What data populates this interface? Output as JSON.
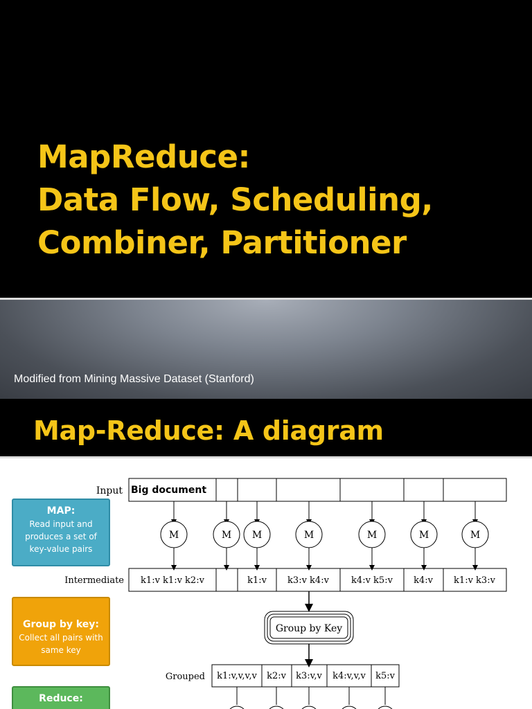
{
  "slide1": {
    "title_lines": [
      "MapReduce:",
      "Data Flow, Scheduling,",
      "Combiner, Partitioner"
    ],
    "subtitle": "Modified from Mining Massive Dataset (Stanford)"
  },
  "slide2": {
    "title": "Map-Reduce: A diagram",
    "map_box": {
      "heading": "MAP:",
      "desc": "Read input and produces a set of key-value pairs"
    },
    "group_box": {
      "heading": "Group by key:",
      "desc": "Collect all pairs with same key"
    },
    "reduce_box": {
      "heading": "Reduce:"
    },
    "diagram": {
      "input_label": "Input",
      "input_first_cell": "Big document",
      "mapper_label": "M",
      "intermediate_label": "Intermediate",
      "intermediate_cells": [
        "k1:v k1:v k2:v",
        "",
        "k1:v",
        "k3:v k4:v",
        "k4:v k5:v",
        "k4:v",
        "k1:v k3:v"
      ],
      "group_button": "Group by Key",
      "grouped_label": "Grouped",
      "grouped_cells": [
        "k1:v,v,v,v",
        "k2:v",
        "k3:v,v",
        "k4:v,v,v",
        "k5:v"
      ]
    }
  },
  "colors": {
    "title": "#f5c518",
    "map": "#4bacc6",
    "group": "#f0a30a",
    "reduce": "#5cb85c"
  }
}
